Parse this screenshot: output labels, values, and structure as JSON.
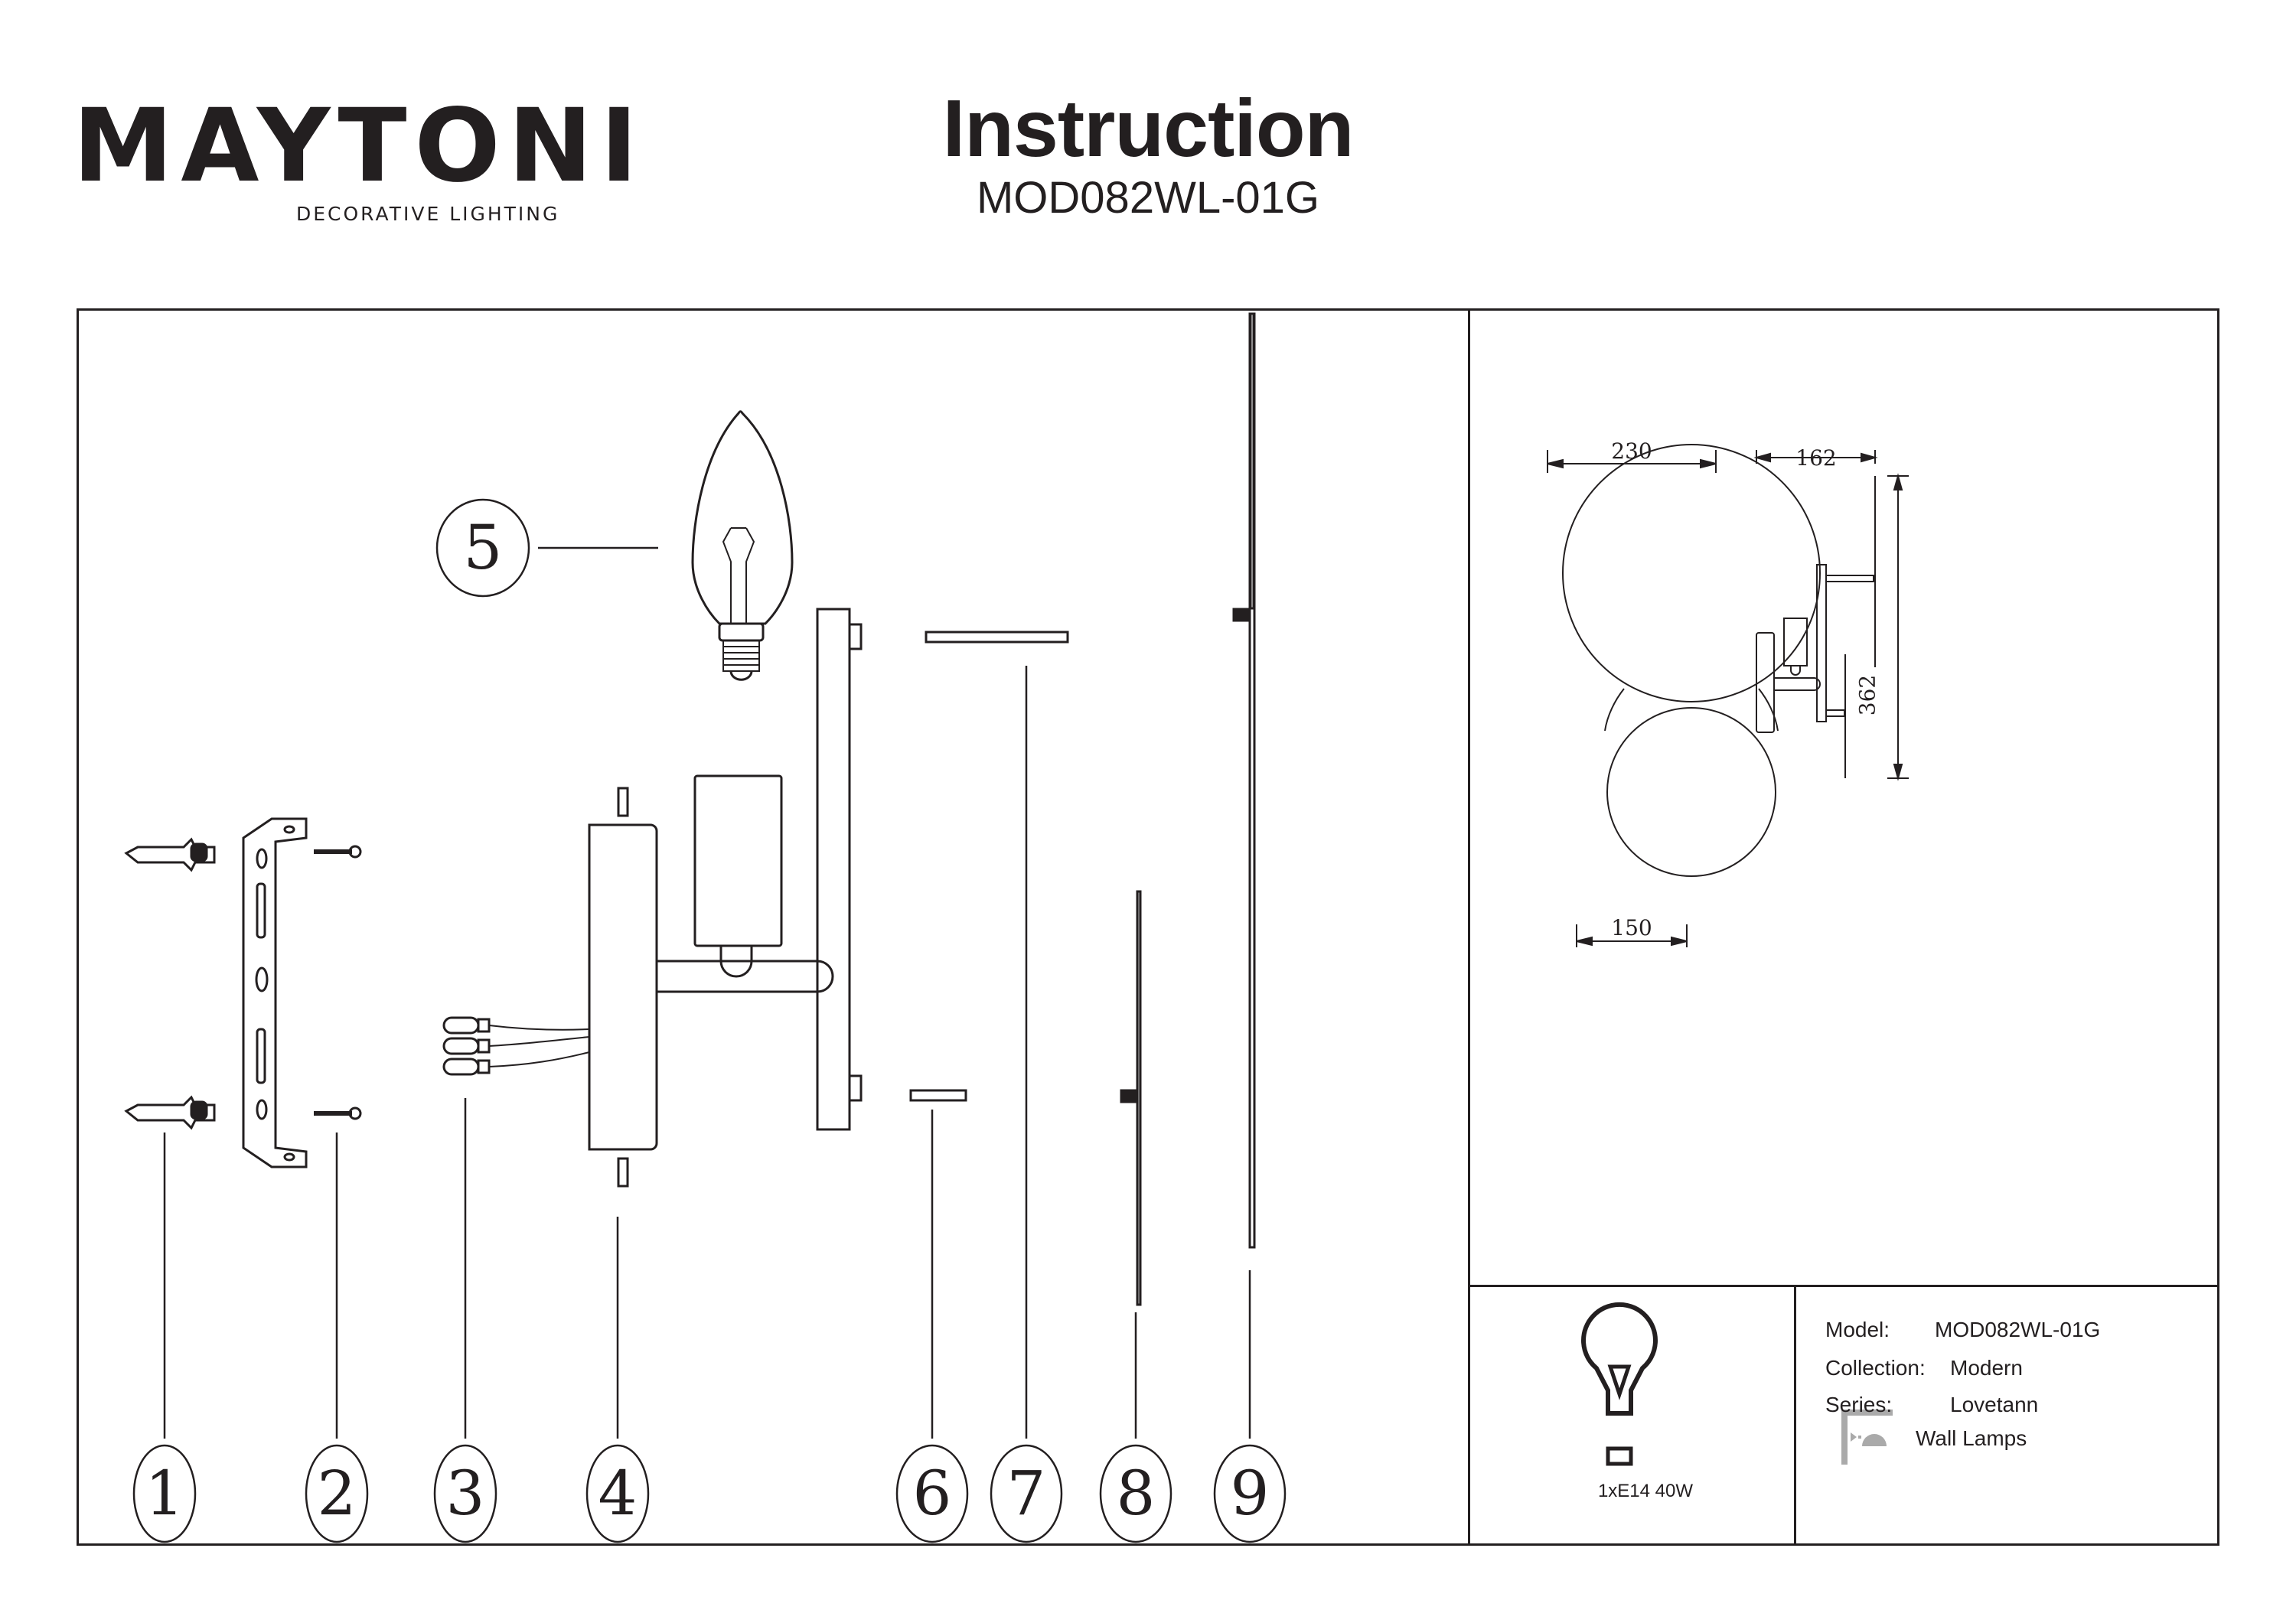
{
  "brand": {
    "name": "MAYTONI",
    "tagline": "DECORATIVE LIGHTING",
    "accent_color": "#4a1050"
  },
  "header": {
    "title": "Instruction",
    "model": "MOD082WL-01G"
  },
  "parts": {
    "callouts": [
      "1",
      "2",
      "3",
      "4",
      "5",
      "6",
      "7",
      "8",
      "9"
    ],
    "items": [
      {
        "number": "1",
        "icon": "wall-plug-icon"
      },
      {
        "number": "2",
        "icon": "mounting-bracket-icon"
      },
      {
        "number": "3",
        "icon": "terminal-block-icon"
      },
      {
        "number": "4",
        "icon": "wall-plate-arm-icon"
      },
      {
        "number": "5",
        "icon": "candle-bulb-e14-icon"
      },
      {
        "number": "6",
        "icon": "short-spacer-icon"
      },
      {
        "number": "7",
        "icon": "long-spacer-icon"
      },
      {
        "number": "8",
        "icon": "small-disc-side-icon"
      },
      {
        "number": "9",
        "icon": "large-disc-side-icon"
      }
    ]
  },
  "dimensions": {
    "large_disc_width": "230",
    "small_disc_width": "150",
    "depth": "162",
    "height": "362"
  },
  "bulb": {
    "icon": "light-bulb-icon",
    "spec": "1xE14 40W"
  },
  "specs": {
    "model_label": "Model:",
    "model_value": "MOD082WL-01G",
    "collection_label": "Collection:",
    "collection_value": "Modern",
    "series_label": "Series:",
    "series_value": "Lovetann",
    "category_icon": "wall-lamp-icon",
    "category_value": "Wall Lamps"
  }
}
